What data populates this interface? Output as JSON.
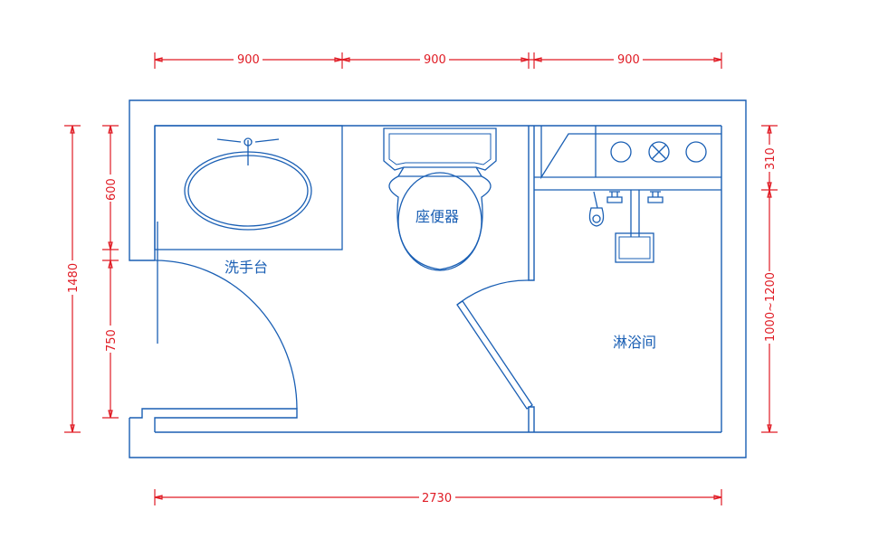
{
  "colors": {
    "walls": "#1a5fb4",
    "dimensions": "#e01b24",
    "background": "#ffffff"
  },
  "labels": {
    "washbasin": "洗手台",
    "toilet": "座便器",
    "shower": "淋浴间"
  },
  "dimensions": {
    "top_left": "900",
    "top_middle": "900",
    "top_right": "900",
    "bottom_total": "2730",
    "left_total": "1480",
    "left_upper": "600",
    "left_lower": "750",
    "right_upper": "310",
    "right_lower": "1000~1200"
  }
}
